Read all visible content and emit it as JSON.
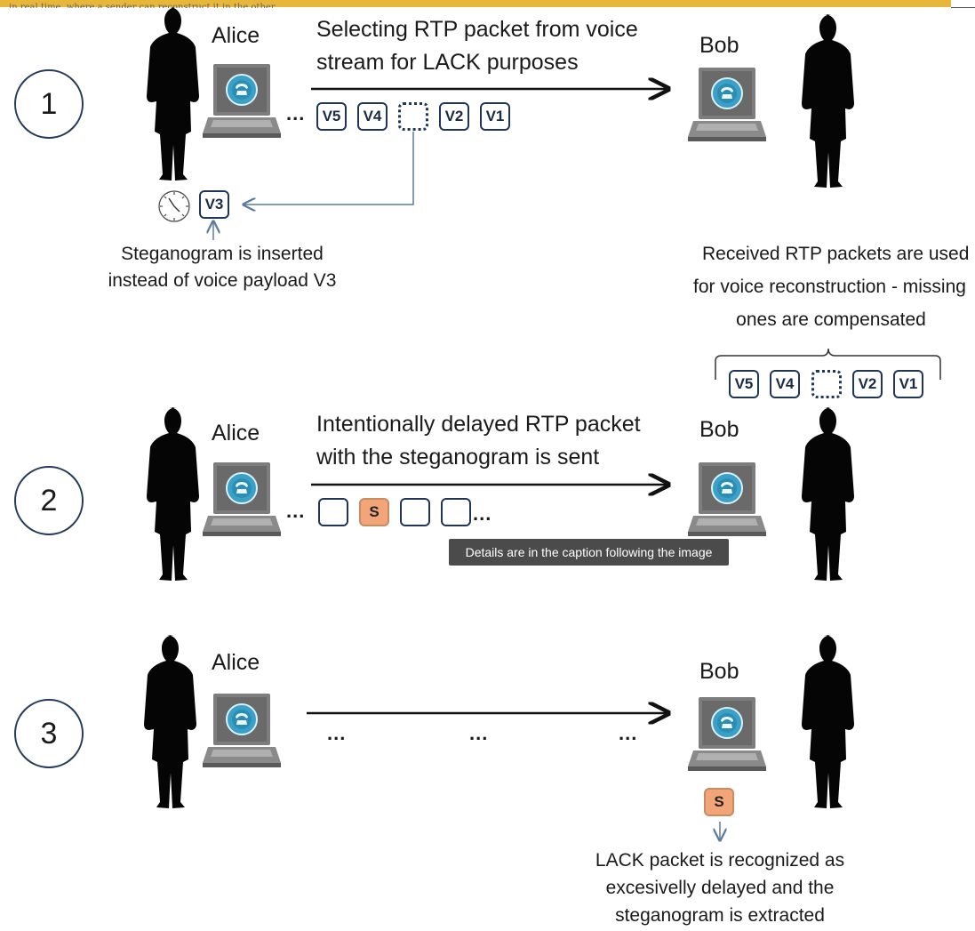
{
  "header": {
    "clipped_text": "in real time, where a sender can reconstruct it in the other..."
  },
  "stage1": {
    "number": "1",
    "sender": "Alice",
    "receiver": "Bob",
    "stream_label_line1": "Selecting RTP packet from voice",
    "stream_label_line2": "stream for LACK purposes",
    "ellipsis": "...",
    "packets": [
      "V5",
      "V4",
      "",
      "V2",
      "V1"
    ],
    "selected_packet": "V3",
    "insert_caption_line1": "Steganogram is inserted",
    "insert_caption_line2": "instead of voice payload V3",
    "receiver_caption_line1": "Received RTP packets are used",
    "receiver_caption_line2": "for voice reconstruction - missing",
    "receiver_caption_line3": "ones are compensated",
    "received_packets": [
      "V5",
      "V4",
      "",
      "V2",
      "V1"
    ]
  },
  "stage2": {
    "number": "2",
    "sender": "Alice",
    "receiver": "Bob",
    "stream_label_line1": "Intentionally delayed RTP packet",
    "stream_label_line2": "with the steganogram is sent",
    "leading_ellipsis": "...",
    "trailing_ellipsis": "...",
    "steg_packet": "S",
    "tooltip": "Details are in the caption following the image"
  },
  "stage3": {
    "number": "3",
    "sender": "Alice",
    "receiver": "Bob",
    "ellipsis": [
      "...",
      "...",
      "..."
    ],
    "steg_packet": "S",
    "caption_line1": "LACK packet is recognized as",
    "caption_line2": "excesivelly delayed and the",
    "caption_line3": "steganogram is extracted"
  },
  "colors": {
    "accent_bar": "#e8b73a",
    "packet_border": "#1f3658",
    "steg_fill": "#f2a578",
    "screen": "#3aa0c8"
  }
}
